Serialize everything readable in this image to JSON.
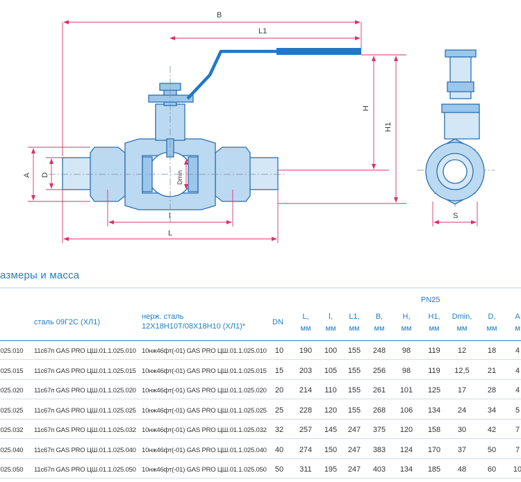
{
  "drawing": {
    "labels": {
      "B": "B",
      "L1": "L1",
      "H": "H",
      "H1": "H1",
      "A": "A",
      "D": "D",
      "Dmin": "Dmin",
      "l": "l",
      "L": "L",
      "S": "S"
    },
    "colors": {
      "body_fill": "#bcd9f2",
      "body_stroke": "#2a6fb0",
      "handle": "#1f78c8",
      "dim_line": "#d6336c",
      "center_line": "#7a8fa3"
    }
  },
  "section_title": "азмеры и масса",
  "table": {
    "pn_label": "PN25",
    "headers": {
      "steel_09g2s": "сталь 09Г2С (ХЛ1)",
      "stainless_line1": "нерж. сталь",
      "stainless_line2": "12Х18Н10Т/08Х18Н10 (ХЛ1)*",
      "dn": "DN",
      "cols": [
        {
          "sym": "L,",
          "unit": "мм"
        },
        {
          "sym": "l,",
          "unit": "мм"
        },
        {
          "sym": "L1,",
          "unit": "мм"
        },
        {
          "sym": "B,",
          "unit": "мм"
        },
        {
          "sym": "H,",
          "unit": "мм"
        },
        {
          "sym": "H1,",
          "unit": "мм"
        },
        {
          "sym": "Dmin,",
          "unit": "мм"
        },
        {
          "sym": "D,",
          "unit": "мм"
        },
        {
          "sym": "A",
          "unit": "м"
        }
      ]
    },
    "rows": [
      {
        "code": ".025.010",
        "steel": "11с67п GAS PRO ЦШ.01.1.025.010",
        "stainless": "10нж46фт(-01) GAS PRO ЦШ.01.1.025.010",
        "dn": "10",
        "L": "190",
        "l": "100",
        "L1": "155",
        "B": "248",
        "H": "98",
        "H1": "119",
        "Dmin": "12",
        "D": "18",
        "A": "4"
      },
      {
        "code": ".025.015",
        "steel": "11с67п GAS PRO ЦШ.01.1.025.015",
        "stainless": "10нж46фт(-01) GAS PRO ЦШ.01.1.025.015",
        "dn": "15",
        "L": "203",
        "l": "105",
        "L1": "155",
        "B": "256",
        "H": "98",
        "H1": "119",
        "Dmin": "12,5",
        "D": "21",
        "A": "4"
      },
      {
        "code": ".025.020",
        "steel": "11с67п GAS PRO ЦШ.01.1.025.020",
        "stainless": "10нж46фт(-01) GAS PRO ЦШ.01.1.025.020",
        "dn": "20",
        "L": "214",
        "l": "110",
        "L1": "155",
        "B": "261",
        "H": "101",
        "H1": "125",
        "Dmin": "17",
        "D": "28",
        "A": "4"
      },
      {
        "code": ".025.025",
        "steel": "11с67п GAS PRO ЦШ.01.1.025.025",
        "stainless": "10нж46фт(-01) GAS PRO ЦШ.01.1.025.025",
        "dn": "25",
        "L": "228",
        "l": "120",
        "L1": "155",
        "B": "268",
        "H": "106",
        "H1": "134",
        "Dmin": "24",
        "D": "34",
        "A": "5"
      },
      {
        "code": ".025.032",
        "steel": "11с67п GAS PRO ЦШ.01.1.025.032",
        "stainless": "10нж46фт(-01) GAS PRO ЦШ.01.1.025.032",
        "dn": "32",
        "L": "257",
        "l": "145",
        "L1": "247",
        "B": "375",
        "H": "120",
        "H1": "158",
        "Dmin": "30",
        "D": "42",
        "A": "7"
      },
      {
        "code": ".025.040",
        "steel": "11с67п GAS PRO ЦШ.01.1.025.040",
        "stainless": "10нж46фт(-01) GAS PRO ЦШ.01.1.025.040",
        "dn": "40",
        "L": "274",
        "l": "150",
        "L1": "247",
        "B": "383",
        "H": "124",
        "H1": "170",
        "Dmin": "37",
        "D": "50",
        "A": "7"
      },
      {
        "code": ".025.050",
        "steel": "11с67п GAS PRO ЦШ.01.1.025.050",
        "stainless": "10нж46фт(-01) GAS PRO ЦШ.01.1.025.050",
        "dn": "50",
        "L": "311",
        "l": "195",
        "L1": "247",
        "B": "403",
        "H": "134",
        "H1": "185",
        "Dmin": "48",
        "D": "60",
        "A": "10"
      }
    ]
  }
}
